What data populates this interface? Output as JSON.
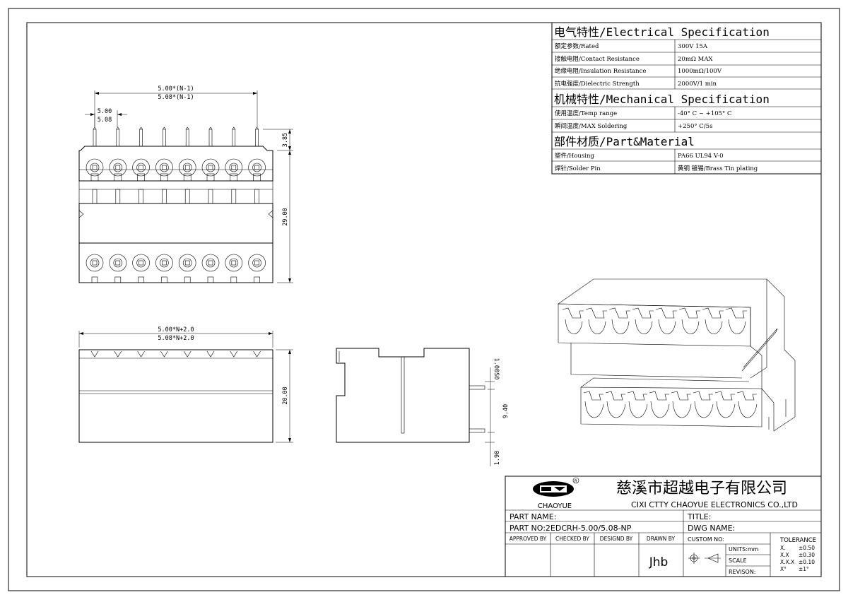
{
  "spec": {
    "electrical_title": "电气特性/Electrical Specification",
    "electrical_rows": [
      {
        "label": "额定参数/Rated",
        "value": "300V 15A"
      },
      {
        "label": "接触电阻/Contact Resistance",
        "value": "20mΩ MAX"
      },
      {
        "label": "绝缘电阻/Insulation Resistance",
        "value": "1000mΩ/100V"
      },
      {
        "label": "抗电强度/Dielectric Strength",
        "value": "2000V/1 min"
      }
    ],
    "mechanical_title": "机械特性/Mechanical Specification",
    "mechanical_rows": [
      {
        "label": "使用温度/Temp range",
        "value": "-40° C ~ +105° C"
      },
      {
        "label": "瞬间温度/MAX Soldering",
        "value": "+250° C/5s"
      }
    ],
    "material_title": "部件材质/Part&Material",
    "material_rows": [
      {
        "label": "塑件/Housing",
        "value": "PA66 UL94 V-0"
      },
      {
        "label": "焊针/Solder Pin",
        "value": "黄铜 镀锡/Brass Tin plating"
      }
    ]
  },
  "dims": {
    "top_pitch_a": "5.00*(N-1)",
    "top_pitch_b": "5.08*(N-1)",
    "pin_a": "5.00",
    "pin_b": "5.08",
    "pin_height": "3.85",
    "height_29": "29.00",
    "width_a": "5.00*N+2.0",
    "width_b": "5.08*N+2.0",
    "height_20": "20.00",
    "side_1": "1.00S0",
    "side_2": "9.40",
    "side_3": "1.90"
  },
  "title_block": {
    "logo_text": "CHAOYUE",
    "company_cn": "慈溪市超越电子有限公司",
    "company_en": "CIXI CTTY CHAOYUE ELECTRONICS CO.,LTD",
    "part_name_label": "PART NAME:",
    "title_label": "TITLE:",
    "part_no": "PART NO:2EDCRH-5.00/5.08-NP",
    "dwg_name_label": "DWG NAME:",
    "approved_by": "APPROVED BY",
    "checked_by": "CHECKED BY",
    "designed_by": "DESIGND BY",
    "drawn_by": "DRAWN BY",
    "drawn_by_value": "Jhb",
    "custom_no": "CUSTOM NO:",
    "units": "UNITS:mm",
    "scale": "SCALE",
    "revision": "REVISON:",
    "tolerance_title": "TOLERANCE",
    "tolerance_rows": [
      {
        "k": "X.",
        "v": "±0.50"
      },
      {
        "k": "X.X",
        "v": "±0.30"
      },
      {
        "k": "X.X.X",
        "v": "±0.10"
      },
      {
        "k": "X°",
        "v": "±1°"
      }
    ]
  }
}
